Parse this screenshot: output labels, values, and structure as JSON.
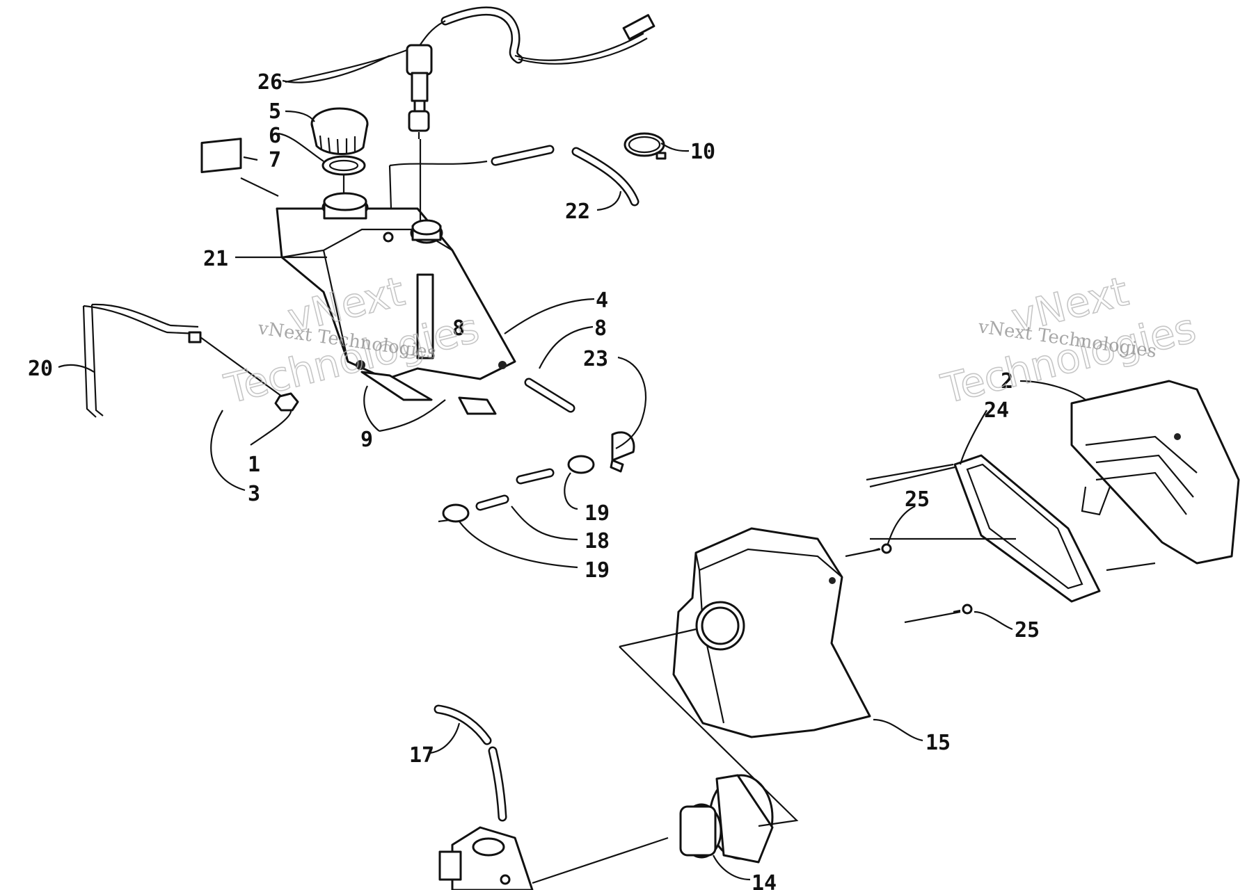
{
  "diagram": {
    "callouts": [
      "26",
      "5",
      "6",
      "7",
      "10",
      "22",
      "21",
      "4",
      "8",
      "8",
      "23",
      "20",
      "2",
      "24",
      "1",
      "3",
      "9",
      "19",
      "18",
      "19",
      "25",
      "25",
      "15",
      "17",
      "14"
    ],
    "watermarks": {
      "small_text": "vNext Technologies",
      "big_line1": "vNext",
      "big_line2": "Technologies"
    },
    "colors": {
      "ink": "#111111",
      "watermark": "#8a8a8a",
      "background": "#ffffff"
    }
  }
}
